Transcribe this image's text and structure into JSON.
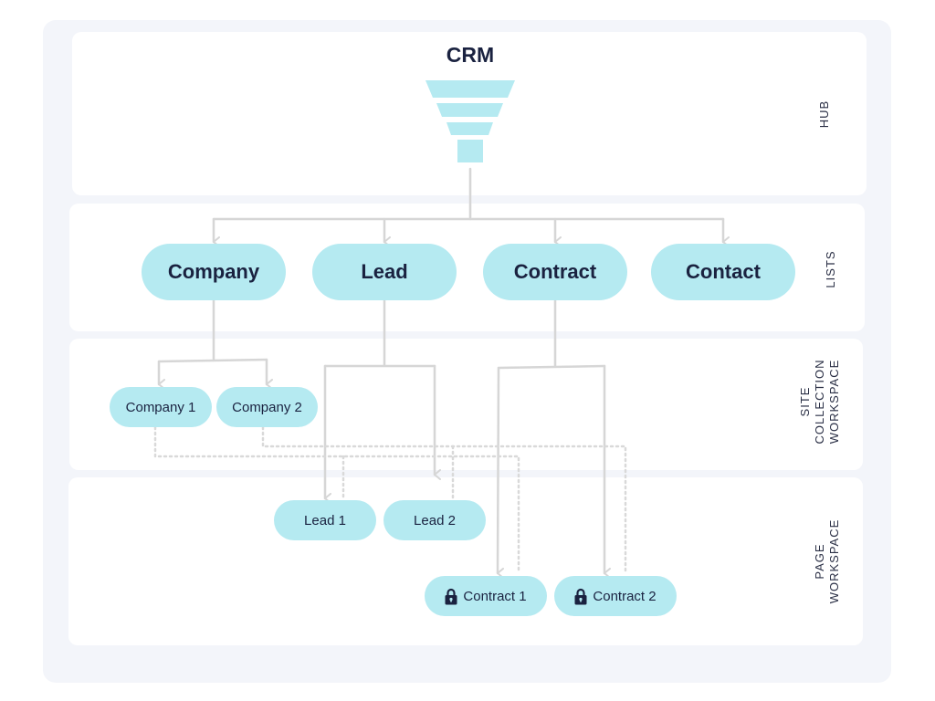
{
  "hub": {
    "title": "CRM",
    "tier_label": "HUB",
    "icon": "funnel-icon"
  },
  "lists": {
    "tier_label": "LISTS",
    "items": [
      "Company",
      "Lead",
      "Contract",
      "Contact"
    ]
  },
  "site_workspace": {
    "tier_label_lines": [
      "SITE",
      "COLLECTION",
      "WORKSPACE"
    ],
    "items": [
      "Company 1",
      "Company 2"
    ]
  },
  "page_workspace": {
    "tier_label_lines": [
      "PAGE",
      "WORKSPACE"
    ],
    "leads": [
      "Lead 1",
      "Lead 2"
    ],
    "contracts": [
      "Contract 1",
      "Contract 2"
    ],
    "contract_icon": "lock-icon"
  },
  "colors": {
    "node_fill": "#b5eaf1",
    "node_text": "#1a2240",
    "connector": "#d6d6d6",
    "panel_bg": "#f3f5fa",
    "band_bg": "#ffffff"
  }
}
